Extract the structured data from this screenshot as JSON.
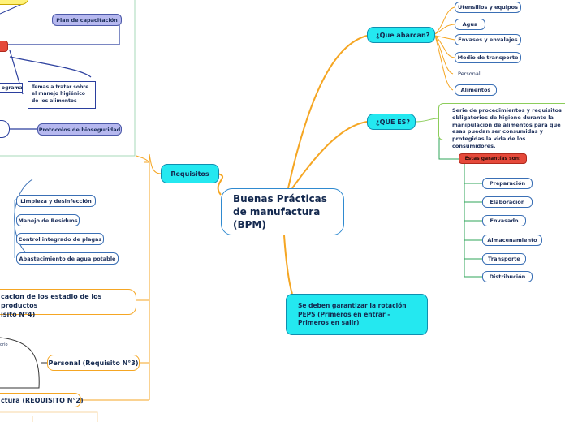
{
  "central": {
    "title": "Buenas Prácticas de manufactura (BPM)"
  },
  "branches": {
    "que_abarcan": {
      "label": "¿Que abarcan?",
      "items": [
        "Utensilios y equipos",
        "Agua",
        "Envases y envalajes",
        "Medio de transporte",
        "Personal",
        "Alimentos"
      ]
    },
    "que_es": {
      "label": "¿QUE ES?",
      "description": "Serie de procedimientos y requisitos obligatorios de higiene durante la manipulación de alimentos para que esas puedan ser consumidas y protegidas la vida de los consumidores.",
      "guarantees_label": "Estas garantías son:",
      "guarantees": [
        "Preparación",
        "Elaboración",
        "Envasado",
        "Almacenamiento",
        "Transporte",
        "Distribución"
      ]
    },
    "peps": {
      "label": "Se deben garantizar la rotación PEPS (Primeros en entrar - Primeros en salir)"
    },
    "requisitos": {
      "label": "Requisitos",
      "plan": "Plan de capacitación",
      "programa": "ograma",
      "temas": "Temas a tratar sobre el manejo higiénico de los alimentos",
      "protocolos": "Protocolos de bioseguridad",
      "items": [
        "Limpieza y desinfección",
        "Manejo de Residuos",
        "Control integrado de plagas",
        "Abastecimiento de agua potable"
      ],
      "verificacion_line1": "cacion de los estadio de los productos",
      "verificacion_line2": "isito N°4)",
      "personal": "Personal (Requisito N°3)",
      "personal_side": "orio",
      "infra": "ctura (REQUISITO N°2)"
    }
  }
}
